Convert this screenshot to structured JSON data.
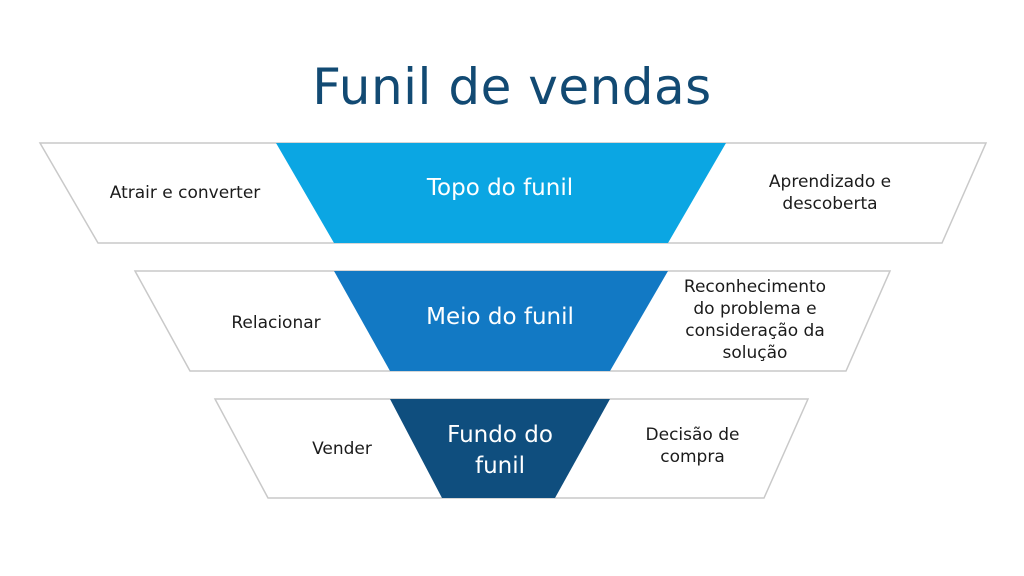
{
  "title": "Funil de vendas",
  "colors": {
    "top": "#0ba6e3",
    "middle": "#1279c4",
    "bottom": "#0f4e7e",
    "title": "#124a73",
    "border": "#c9c9c9"
  },
  "stages": [
    {
      "name": "Topo do funil",
      "left": "Atrair e converter",
      "right": "Aprendizado e\ndescoberta"
    },
    {
      "name": "Meio do funil",
      "left": "Relacionar",
      "right": "Reconhecimento\ndo problema e\nconsideração da\nsolução"
    },
    {
      "name": "Fundo do\nfunil",
      "left": "Vender",
      "right": "Decisão de\ncompra"
    }
  ]
}
